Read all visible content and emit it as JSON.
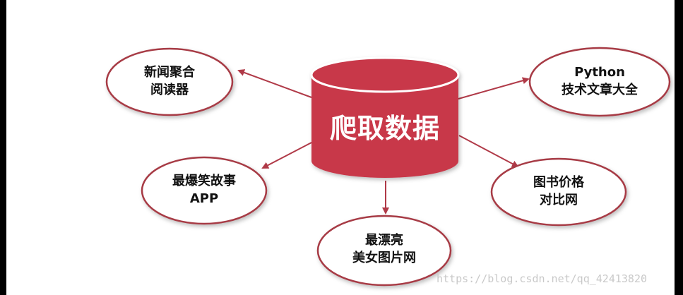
{
  "diagram": {
    "center": {
      "label": "爬取数据"
    },
    "nodes": [
      {
        "id": "news",
        "lines": [
          "新闻聚合",
          "阅读器"
        ]
      },
      {
        "id": "python",
        "lines": [
          "Python",
          "技术文章大全"
        ]
      },
      {
        "id": "jokes",
        "lines": [
          "最爆笑故事",
          "APP"
        ]
      },
      {
        "id": "books",
        "lines": [
          "图书价格",
          "对比网"
        ]
      },
      {
        "id": "images",
        "lines": [
          "最漂亮",
          "美女图片网"
        ]
      }
    ],
    "edges": [
      {
        "from": "center",
        "to": "news"
      },
      {
        "from": "center",
        "to": "python"
      },
      {
        "from": "center",
        "to": "jokes"
      },
      {
        "from": "center",
        "to": "books"
      },
      {
        "from": "center",
        "to": "images"
      }
    ],
    "colors": {
      "cylinder": "#c8374a",
      "cylinder_dark": "#a82a3b",
      "ellipse_stroke": "#a73a45",
      "arrow": "#b03a48"
    }
  },
  "watermark": "https://blog.csdn.net/qq_42413820"
}
